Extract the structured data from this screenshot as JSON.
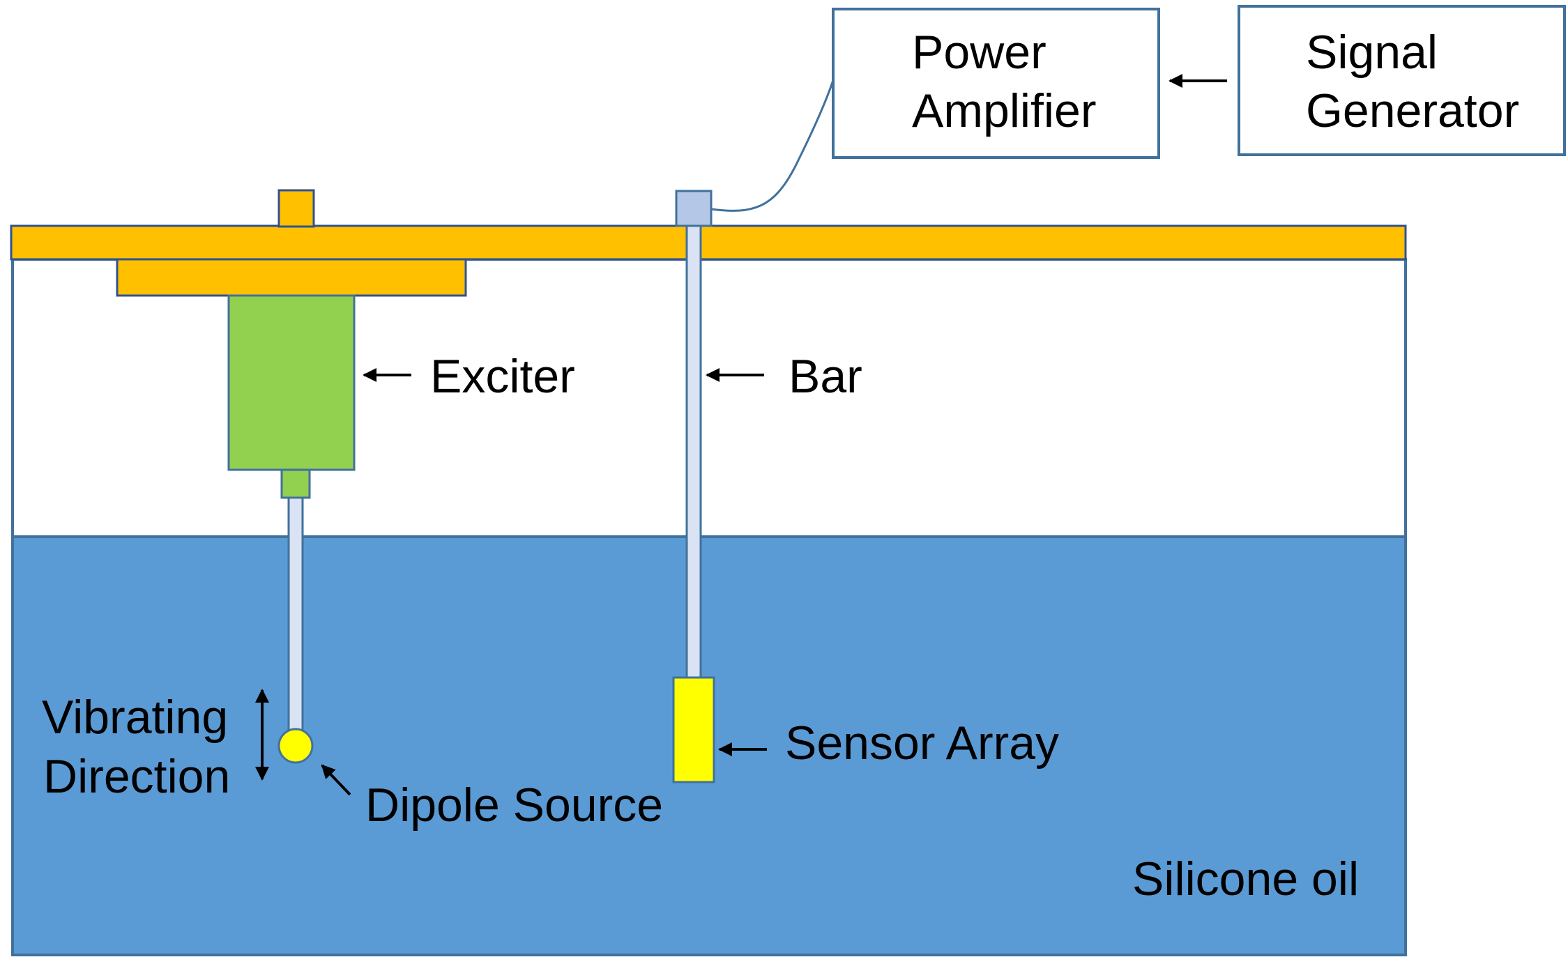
{
  "labels": {
    "power_amplifier_line1": "Power",
    "power_amplifier_line2": "Amplifier",
    "signal_generator_line1": "Signal",
    "signal_generator_line2": "Generator",
    "exciter": "Exciter",
    "bar": "Bar",
    "vibrating_direction_line1": "Vibrating",
    "vibrating_direction_line2": "Direction",
    "dipole_source": "Dipole Source",
    "sensor_array": "Sensor Array",
    "silicone_oil": "Silicone oil"
  },
  "colors": {
    "mount_orange": "#FFC000",
    "mount_stroke": "#2F528F",
    "exciter_green": "#92D050",
    "oil_blue": "#5B9BD5",
    "rod_fill": "#DAE3F3",
    "clamp_blue": "#B4C7E7",
    "sensor_yellow": "#FFFF00",
    "outline": "#41719C"
  },
  "icons": {
    "exciter_arrow": "arrow-left-icon",
    "bar_arrow": "arrow-left-icon",
    "sensor_arrow": "arrow-left-icon",
    "amplifier_arrow": "arrow-left-icon",
    "vibration_arrow": "double-arrow-vertical-icon",
    "dipole_arrow": "arrow-diagonal-icon"
  }
}
